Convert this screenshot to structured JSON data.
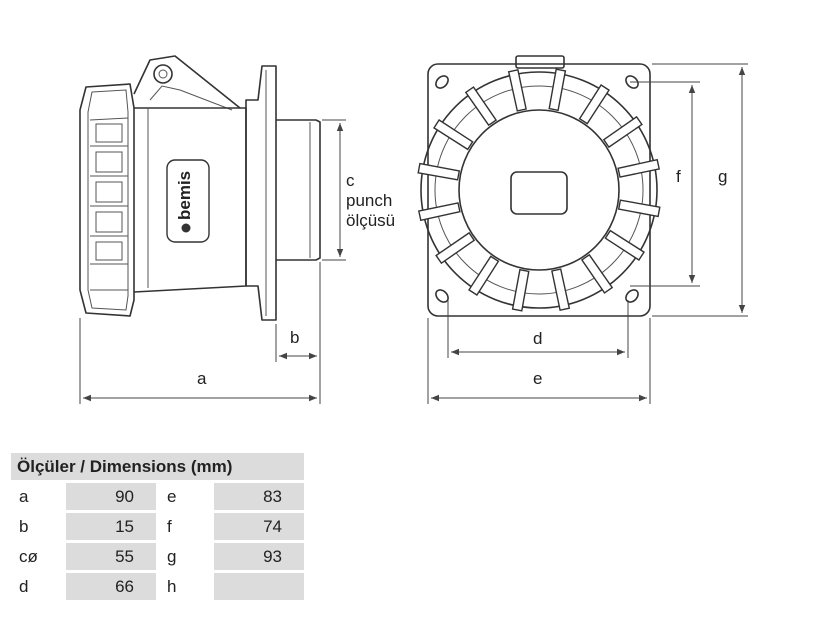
{
  "labels": {
    "a": "a",
    "b": "b",
    "c_line1": "c",
    "c_line2": "punch",
    "c_line3": "ölçüsü",
    "d": "d",
    "e": "e",
    "f": "f",
    "g": "g",
    "brand": "bemis"
  },
  "table": {
    "title": "Ölçüler / Dimensions (mm)",
    "rows": [
      {
        "k1": "a",
        "v1": "90",
        "k2": "e",
        "v2": "83"
      },
      {
        "k1": "b",
        "v1": "15",
        "k2": "f",
        "v2": "74"
      },
      {
        "k1": "cø",
        "v1": "55",
        "k2": "g",
        "v2": "93"
      },
      {
        "k1": "d",
        "v1": "66",
        "k2": "h",
        "v2": ""
      }
    ]
  }
}
